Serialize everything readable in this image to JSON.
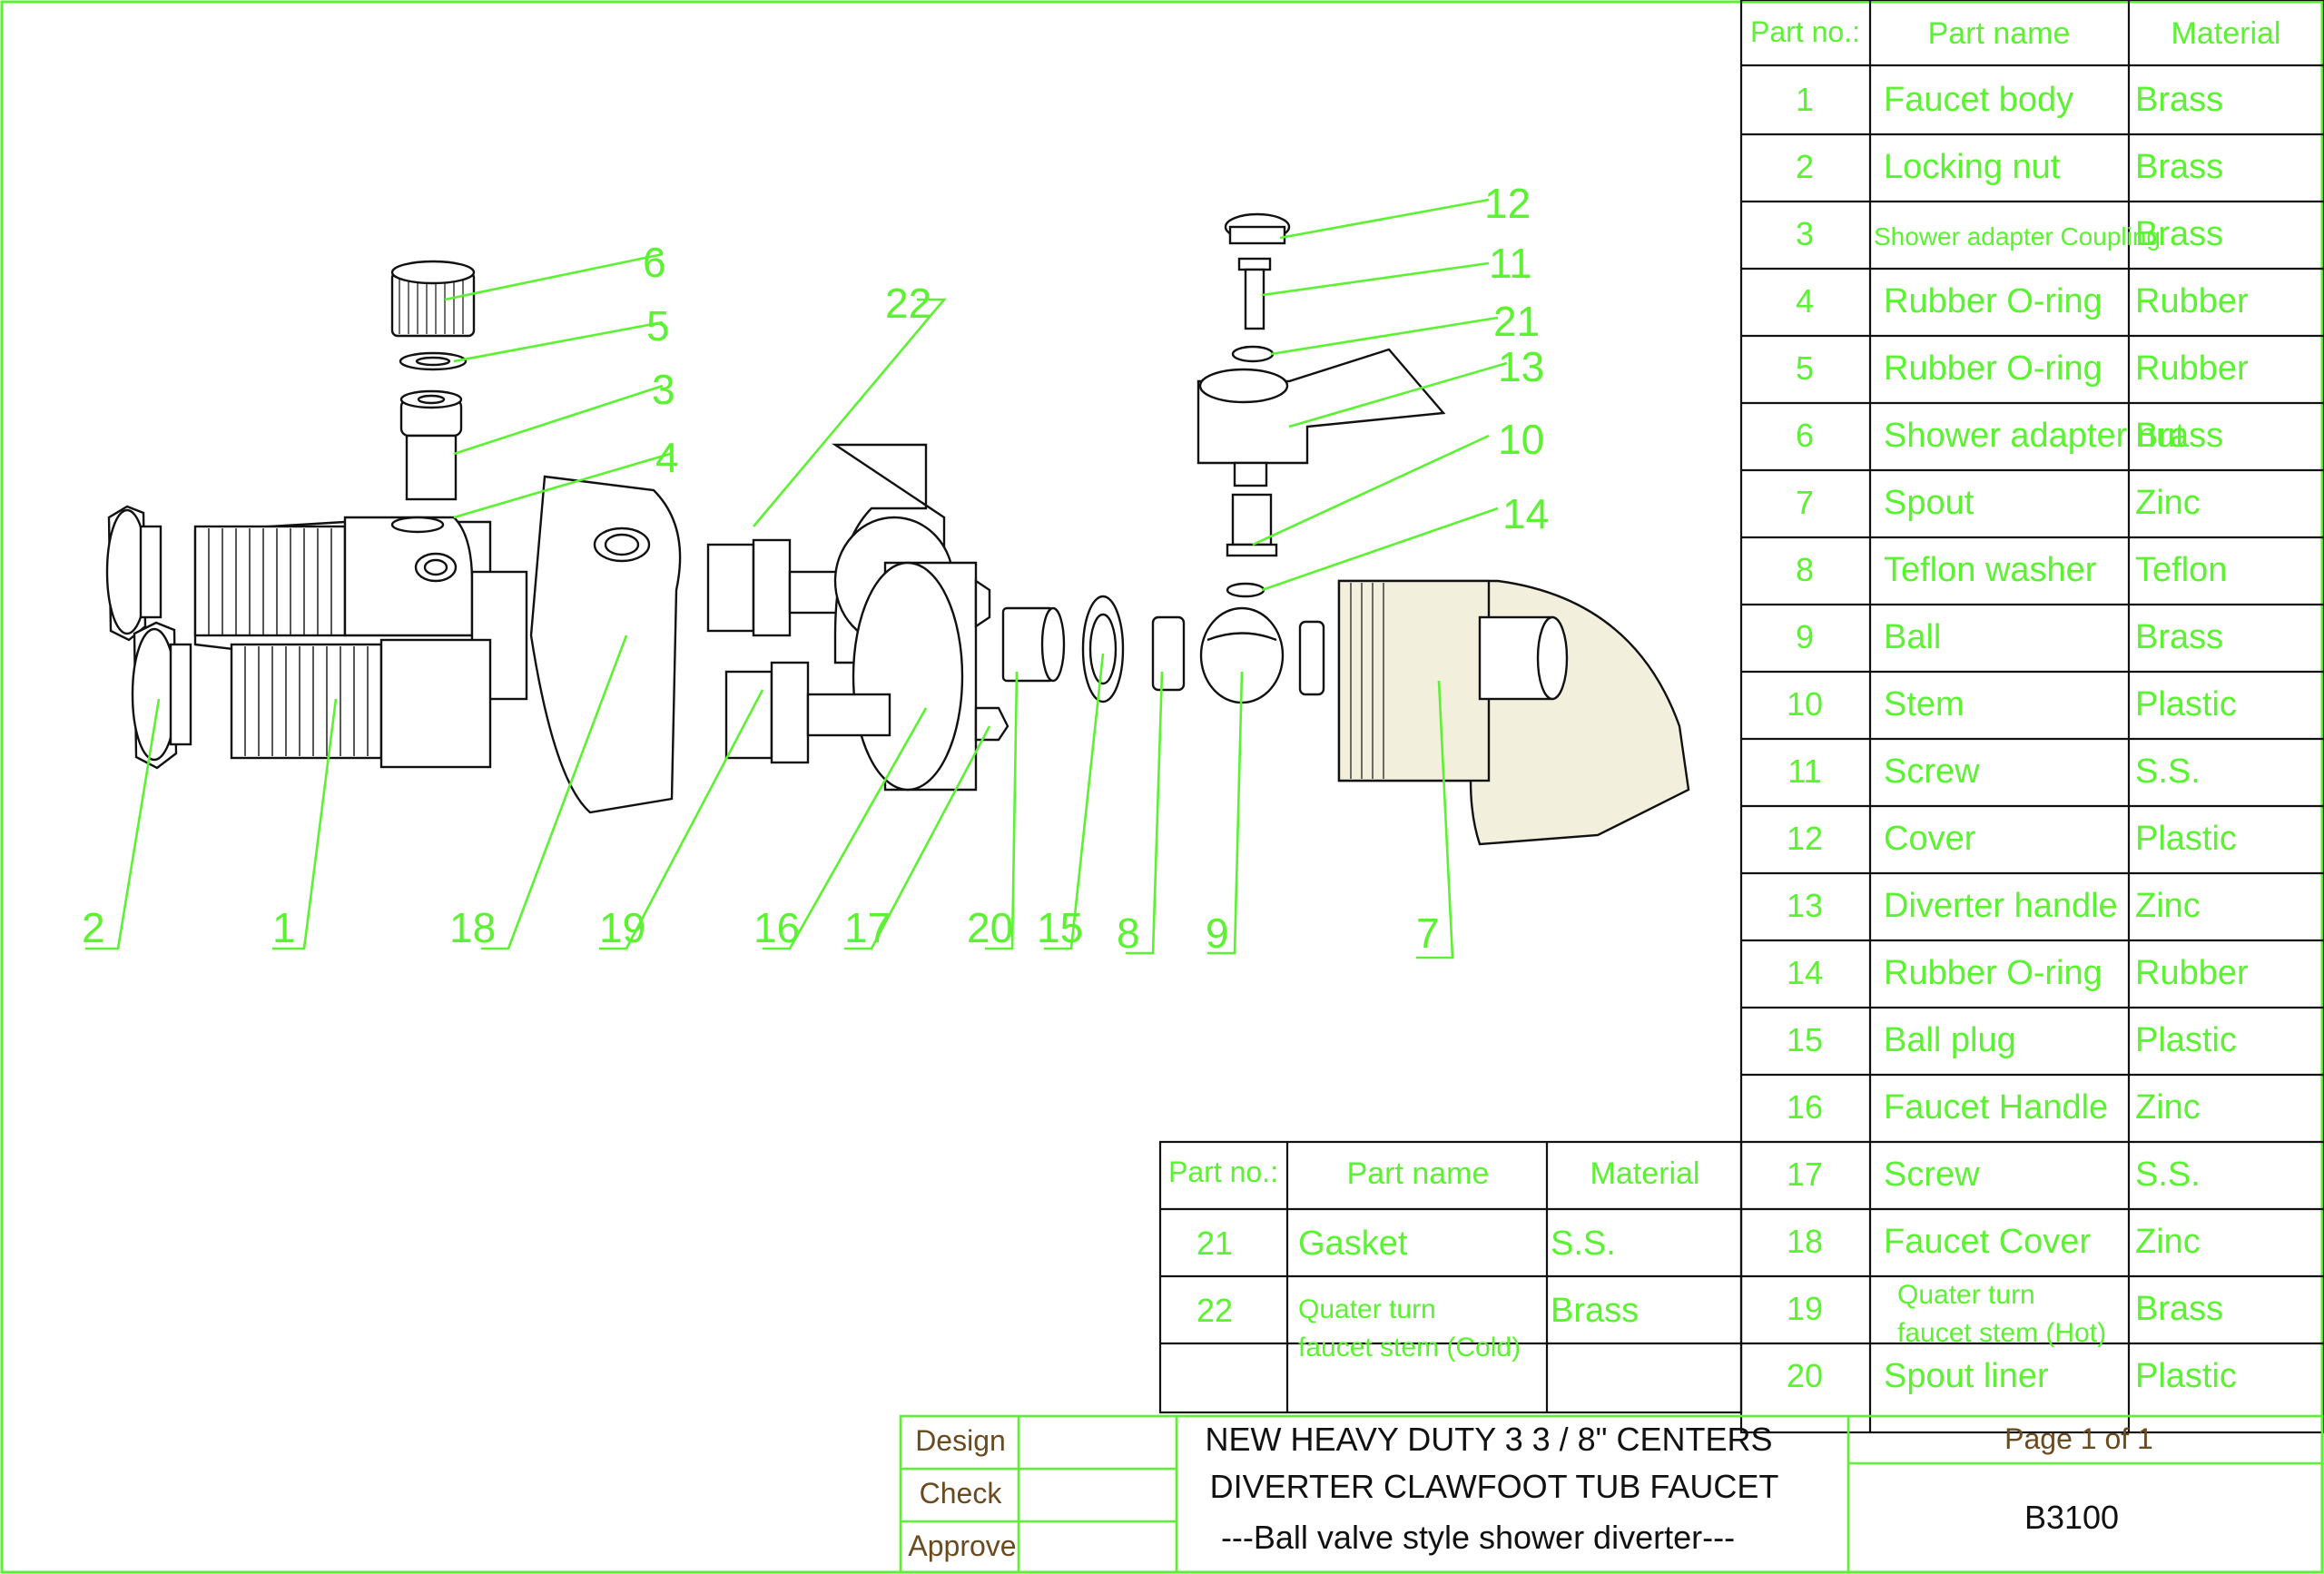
{
  "table_right": {
    "headers": {
      "no": "Part no.:",
      "name": "Part name",
      "material": "Material"
    },
    "rows": [
      {
        "no": "1",
        "name": "Faucet body",
        "material": "Brass"
      },
      {
        "no": "2",
        "name": "Locking nut",
        "material": "Brass"
      },
      {
        "no": "3",
        "name": "Shower adapter Coupling",
        "material": "Brass"
      },
      {
        "no": "4",
        "name": "Rubber O-ring",
        "material": "Rubber"
      },
      {
        "no": "5",
        "name": "Rubber O-ring",
        "material": "Rubber"
      },
      {
        "no": "6",
        "name": "Shower adapter nut",
        "material": "Brass"
      },
      {
        "no": "7",
        "name": "Spout",
        "material": "Zinc"
      },
      {
        "no": "8",
        "name": "Teflon washer",
        "material": "Teflon"
      },
      {
        "no": "9",
        "name": "Ball",
        "material": "Brass"
      },
      {
        "no": "10",
        "name": "Stem",
        "material": "Plastic"
      },
      {
        "no": "11",
        "name": "Screw",
        "material": "S.S."
      },
      {
        "no": "12",
        "name": "Cover",
        "material": "Plastic"
      },
      {
        "no": "13",
        "name": "Diverter handle",
        "material": "Zinc"
      },
      {
        "no": "14",
        "name": "Rubber O-ring",
        "material": "Rubber"
      },
      {
        "no": "15",
        "name": "Ball plug",
        "material": "Plastic"
      },
      {
        "no": "16",
        "name": "Faucet Handle",
        "material": "Zinc"
      },
      {
        "no": "17",
        "name": "Screw",
        "material": "S.S."
      },
      {
        "no": "18",
        "name": "Faucet Cover",
        "material": "Zinc"
      },
      {
        "no": "19",
        "name": "Quater turn faucet stem (Hot)",
        "material": "Brass"
      },
      {
        "no": "20",
        "name": "Spout liner",
        "material": "Plastic"
      }
    ]
  },
  "table_left": {
    "headers": {
      "no": "Part no.:",
      "name": "Part name",
      "material": "Material"
    },
    "rows": [
      {
        "no": "21",
        "name": "Gasket",
        "material": "S.S."
      },
      {
        "no": "22",
        "name": "Quater turn faucet stem (Cold)",
        "material": "Brass"
      },
      {
        "no": "",
        "name": "",
        "material": ""
      }
    ]
  },
  "title_block": {
    "design": "Design",
    "check": "Check",
    "approve": "Approve",
    "title_line1": "NEW HEAVY DUTY 3 3 / 8\" CENTERS",
    "title_line2": "DIVERTER CLAWFOOT TUB FAUCET",
    "title_line3": "---Ball valve style shower diverter---",
    "page": "Page 1 of 1",
    "code": "B3100"
  },
  "callouts": [
    "1",
    "2",
    "3",
    "4",
    "5",
    "6",
    "7",
    "8",
    "9",
    "10",
    "11",
    "12",
    "13",
    "14",
    "15",
    "16",
    "17",
    "18",
    "19",
    "20",
    "21",
    "22"
  ],
  "colors": {
    "accent": "#5BF231",
    "line": "#111111",
    "brown": "#6B4A1E",
    "fill": "#F3EFDD"
  }
}
